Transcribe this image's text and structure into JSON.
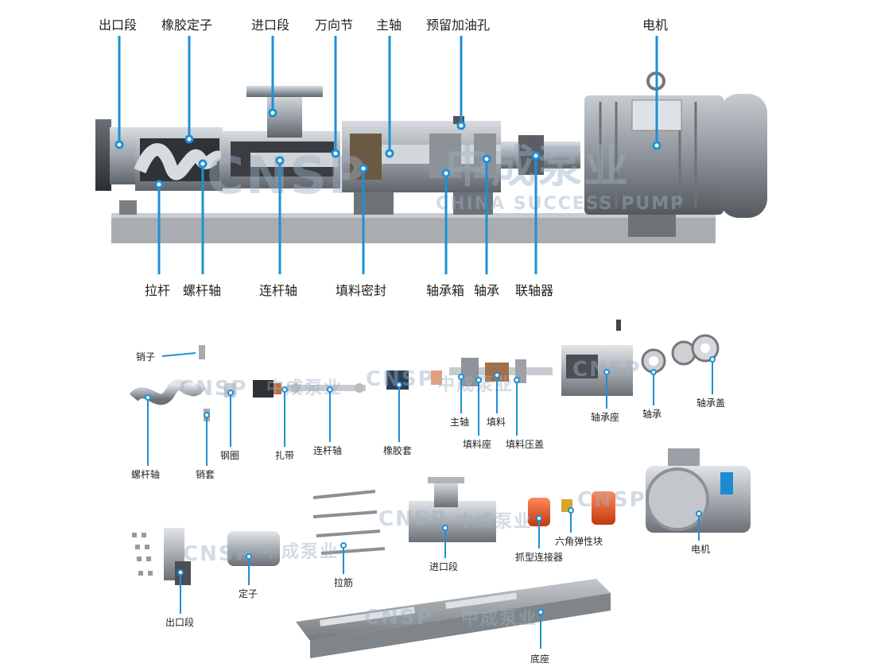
{
  "top_labels_upper": [
    "出口段",
    "橡胶定子",
    "进口段",
    "万向节",
    "主轴",
    "预留加油孔",
    "电机"
  ],
  "top_labels_lower": [
    "拉杆",
    "螺杆轴",
    "连杆轴",
    "填料密封",
    "轴承箱",
    "轴承",
    "联轴器"
  ],
  "exploded_labels": [
    "销子",
    "螺杆轴",
    "销套",
    "钢圈",
    "扎带",
    "连杆轴",
    "橡胶套",
    "主轴",
    "填料座",
    "填料",
    "填料压盖",
    "轴承座",
    "轴承",
    "轴承盖"
  ],
  "assembly_labels": [
    "出口段",
    "定子",
    "拉筋",
    "进口段",
    "抓型连接器",
    "六角弹性块",
    "电机",
    "底座"
  ],
  "watermark": {
    "brand": "CNSP",
    "cn": "中成泵业",
    "en": "CHINA SUCCESS PUMP"
  },
  "colors": {
    "leader": "#1e90d6",
    "metal": "#b9bfc6",
    "dark": "#4a4f55",
    "coupling": "#e85a2a",
    "base": "#9aa0a6"
  }
}
